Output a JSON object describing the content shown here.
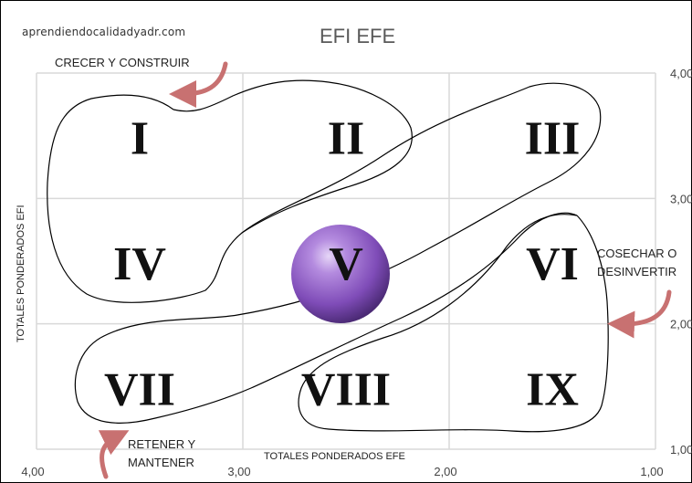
{
  "watermark": "aprendiendocalidadyadr.com",
  "title": "EFI EFE",
  "annotations": {
    "grow": "CRECER Y CONSTRUIR",
    "harvest_1": "COSECHAR O",
    "harvest_2": "DESINVERTIR",
    "hold_1": "RETENER Y",
    "hold_2": "MANTENER"
  },
  "colors": {
    "grid": "#d9d9d9",
    "arrow": "#c87171",
    "sphere": "#8e5fc2"
  },
  "chart_data": {
    "type": "table",
    "title": "EFI EFE",
    "xlabel": "TOTALES PONDERADOS EFE",
    "ylabel": "TOTALES PONDERADOS EFI",
    "x_ticks": [
      "4,00",
      "3,00",
      "2,00",
      "1,00"
    ],
    "y_ticks": [
      "4,00",
      "3,00",
      "2,00",
      "1,00"
    ],
    "xlim": [
      4,
      1
    ],
    "ylim": [
      1,
      4
    ],
    "grid": true,
    "cells": [
      {
        "label": "I",
        "x": 3.5,
        "y": 3.5
      },
      {
        "label": "II",
        "x": 2.5,
        "y": 3.5
      },
      {
        "label": "III",
        "x": 1.5,
        "y": 3.5
      },
      {
        "label": "IV",
        "x": 3.5,
        "y": 2.5
      },
      {
        "label": "V",
        "x": 2.5,
        "y": 2.5
      },
      {
        "label": "VI",
        "x": 1.5,
        "y": 2.5
      },
      {
        "label": "VII",
        "x": 3.5,
        "y": 1.5
      },
      {
        "label": "VIII",
        "x": 2.5,
        "y": 1.5
      },
      {
        "label": "IX",
        "x": 1.5,
        "y": 1.5
      }
    ],
    "highlight_cell": "V"
  }
}
